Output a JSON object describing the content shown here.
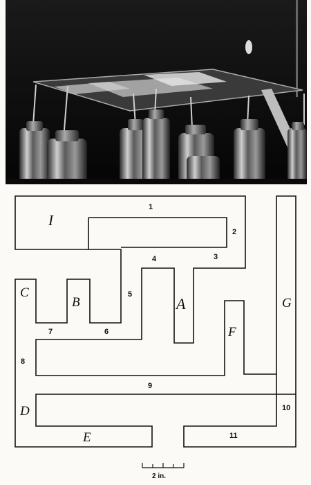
{
  "photo": {
    "subject": "apparatus-photograph"
  },
  "diagram": {
    "numbers": [
      "1",
      "2",
      "3",
      "4",
      "5",
      "6",
      "7",
      "8",
      "9",
      "10",
      "11"
    ],
    "letters": [
      "I",
      "C",
      "B",
      "A",
      "G",
      "F",
      "D",
      "E"
    ],
    "scale_label": "2 in."
  }
}
